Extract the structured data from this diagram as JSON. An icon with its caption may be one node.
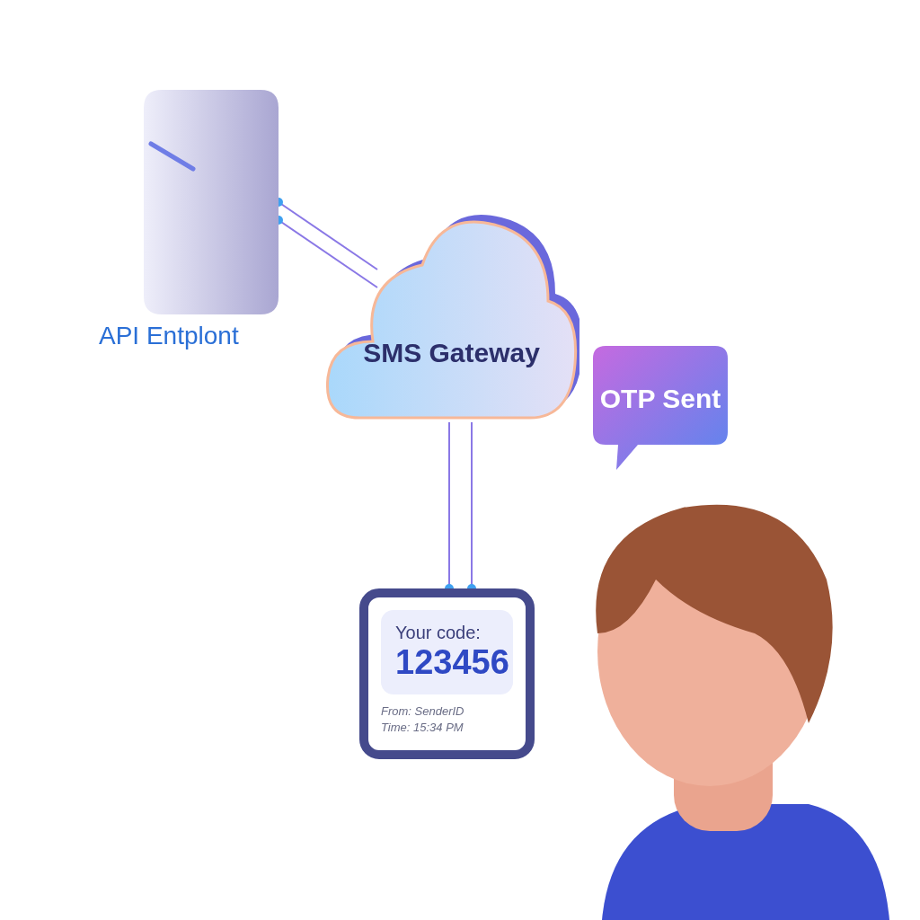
{
  "diagram": {
    "nodes": [
      {
        "text": [],
        "shape": "box",
        "beside": [
          "API Entplont"
        ]
      },
      {
        "text": [
          "SMS Gateway"
        ]
      },
      {
        "text": [
          "OTP Sent"
        ]
      },
      {
        "text": [
          "Your code:",
          "123456",
          "From: SenderID",
          "Time: 15:34 PM"
        ]
      },
      {
        "text": [],
        "shape": "person"
      }
    ],
    "edges": [
      {
        "from": 1,
        "to": 0,
        "arrow": "other"
      },
      {
        "from": 1,
        "to": 0,
        "arrow": "other"
      },
      {
        "from": 1,
        "to": 3,
        "arrow": "other"
      },
      {
        "from": 1,
        "to": 3,
        "arrow": "other"
      }
    ]
  }
}
